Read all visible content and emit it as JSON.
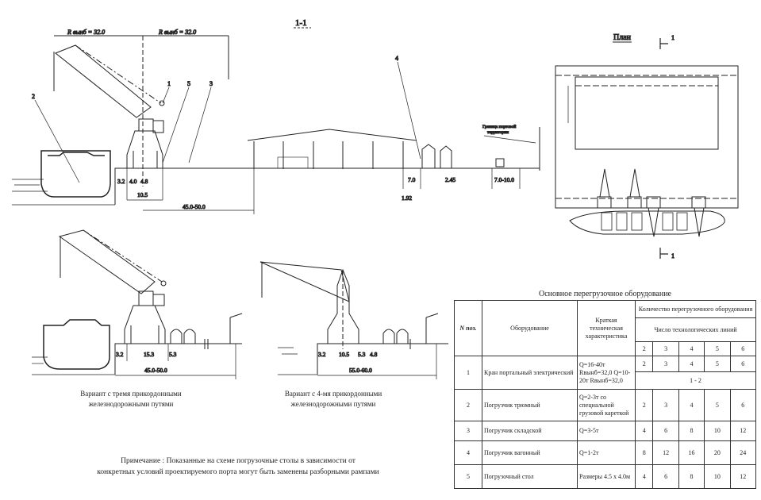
{
  "section_title": "1-1",
  "plan_title": "План",
  "section_mark": "1",
  "radius_labels": [
    "R вынб = 32.0",
    "R вынб = 32.0"
  ],
  "callouts": [
    "1",
    "2",
    "3",
    "4",
    "5"
  ],
  "boundary_label": [
    "Граница портовой",
    "территории"
  ],
  "top_dims": {
    "a": "3.2",
    "b": "4.0",
    "c": "4.8",
    "d": "10.5",
    "e": "45.0-50.0",
    "f": "7.0",
    "g": "1.92",
    "h": "2.45",
    "i": "7.0-10.0"
  },
  "left_dims": {
    "a": "3.2",
    "b": "15.3",
    "c": "5.3",
    "d": "45.0-50.0"
  },
  "mid_dims": {
    "a": "3.2",
    "b": "10.5",
    "c": "5.3",
    "d": "4.8",
    "e": "55.0-60.0"
  },
  "variants": [
    {
      "line1": "Вариант с тремя прикордонными",
      "line2": "железнодорожными путями"
    },
    {
      "line1": "Вариант с 4-мя прикордонными",
      "line2": "железнодорожными путями"
    }
  ],
  "note": {
    "line1": "Примечание : Показанные на схеме погрузочные столы в зависимости от",
    "line2": "конкретных условий проектируемого порта могут быть заменены разборными рампами"
  },
  "table": {
    "title": "Основное перегрузочное оборудование",
    "headers": {
      "num": "N поз.",
      "equipment": "Оборудование",
      "spec": "Краткая техническая характеристика",
      "quantity": "Количество перегрузочного оборудования",
      "lines": "Число технологических линий",
      "line_counts": [
        "2",
        "3",
        "4",
        "5",
        "6"
      ]
    },
    "rows": [
      {
        "n": "1",
        "name": "Кран портальный электрический",
        "spec": "Q=16-40т Rвынб=32,0 Q=10-20т Rвынб=32,0",
        "values": [
          "2",
          "3",
          "4",
          "5",
          "6"
        ],
        "extra": "1 - 2"
      },
      {
        "n": "2",
        "name": "Погрузчик трюмный",
        "spec": "Q=2-3т со специальной грузовой кареткой",
        "values": [
          "2",
          "3",
          "4",
          "5",
          "6"
        ]
      },
      {
        "n": "3",
        "name": "Погрузчик складской",
        "spec": "Q=3-5т",
        "values": [
          "4",
          "6",
          "8",
          "10",
          "12"
        ]
      },
      {
        "n": "4",
        "name": "Погрузчик вагонный",
        "spec": "Q=1-2т",
        "values": [
          "8",
          "12",
          "16",
          "20",
          "24"
        ]
      },
      {
        "n": "5",
        "name": "Погрузочный стол",
        "spec": "Размеры 4.5 x 4.0м",
        "values": [
          "4",
          "6",
          "8",
          "10",
          "12"
        ]
      }
    ]
  }
}
